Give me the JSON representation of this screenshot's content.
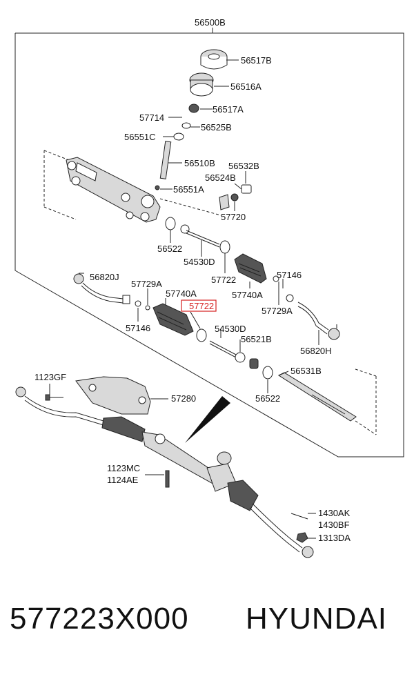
{
  "diagram": {
    "assembly_label": "56500B",
    "callouts": {
      "p56517B_top": "56517B",
      "p56516A": "56516A",
      "p57714": "57714",
      "p56517A": "56517A",
      "p56525B": "56525B",
      "p56551C": "56551C",
      "p56510B": "56510B",
      "p56532B": "56532B",
      "p56524B": "56524B",
      "p56551A": "56551A",
      "p57720": "57720",
      "p56522_upper": "56522",
      "p54530D_upper": "54530D",
      "p57722_upper": "57722",
      "p57740A_right": "57740A",
      "p57146_right": "57146",
      "p57729A_right": "57729A",
      "p56820H": "56820H",
      "p56820J": "56820J",
      "p57729A_left": "57729A",
      "p57740A_left": "57740A",
      "p57722_highlight": "57722",
      "p57146_left": "57146",
      "p54530D_lower": "54530D",
      "p56521B": "56521B",
      "p56531B": "56531B",
      "p56522_lower": "56522",
      "p1123GF": "1123GF",
      "p57280": "57280",
      "p1123MC": "1123MC",
      "p1124AE": "1124AE",
      "p1430AK": "1430AK",
      "p1430BF": "1430BF",
      "p1313DA": "1313DA"
    },
    "highlight_color": "#d62020"
  },
  "caption": {
    "part_number": "577223X000",
    "brand": "HYUNDAI"
  }
}
